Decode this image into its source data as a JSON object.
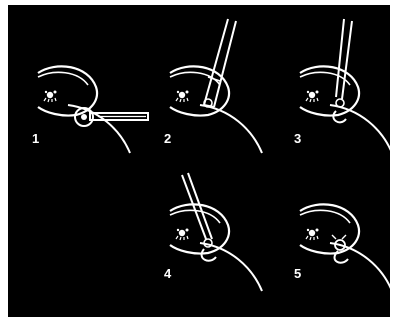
{
  "colors": {
    "background": "#000000",
    "stroke": "#ffffff",
    "page": "#ffffff"
  },
  "steps": [
    {
      "label": "1"
    },
    {
      "label": "2"
    },
    {
      "label": "3"
    },
    {
      "label": "4"
    },
    {
      "label": "5"
    }
  ]
}
